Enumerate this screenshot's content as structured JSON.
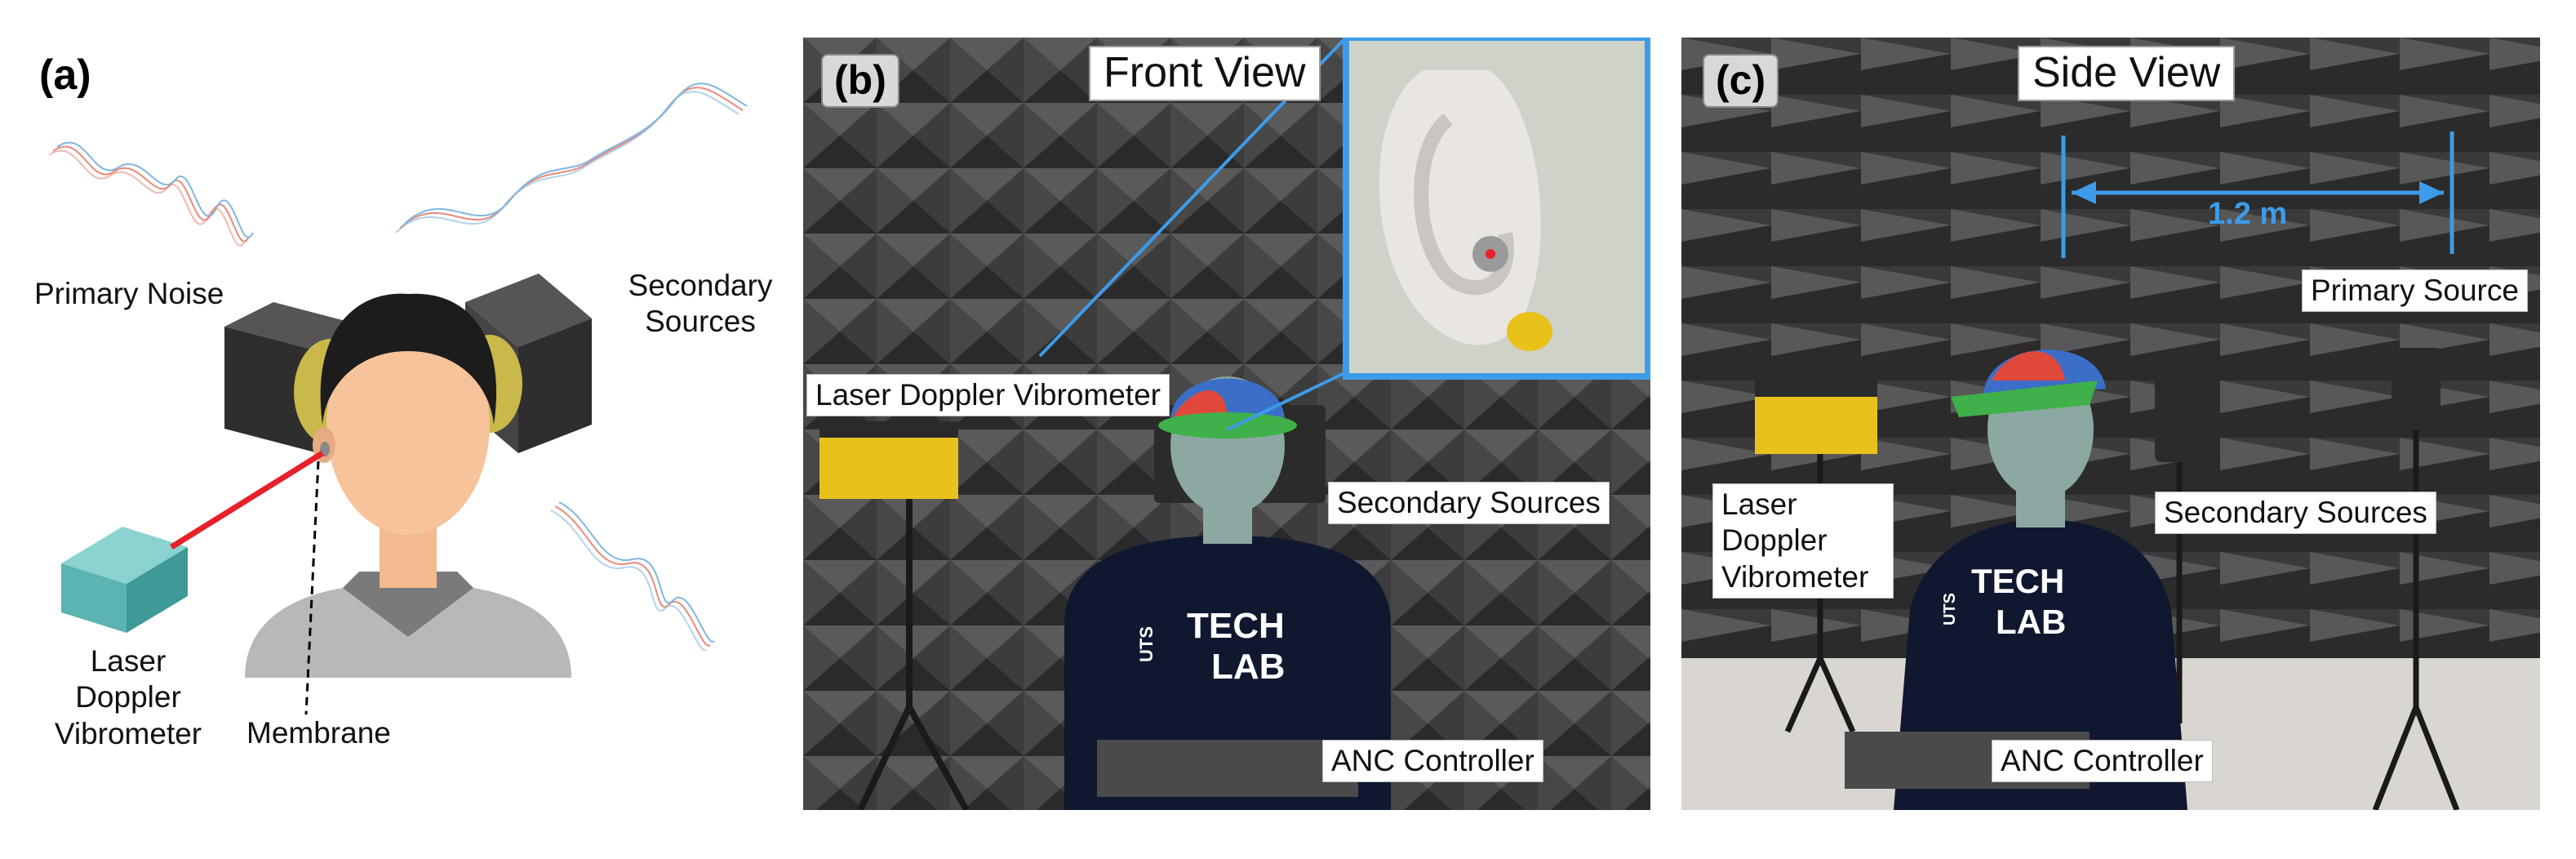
{
  "panel_a": {
    "letter": "(a)",
    "primary_noise": "Primary Noise",
    "secondary_sources": [
      "Secondary",
      "Sources"
    ],
    "laser": [
      "Laser",
      "Doppler",
      "Vibrometer"
    ],
    "membrane": "Membrane"
  },
  "panel_b": {
    "letter": "(b)",
    "title": "Front View",
    "laser_label": "Laser Doppler Vibrometer",
    "secondary_label": "Secondary Sources",
    "anc_label": "ANC Controller",
    "shirt_text": [
      "TECH",
      "LAB"
    ],
    "shirt_logo": "UTS"
  },
  "panel_c": {
    "letter": "(c)",
    "title": "Side View",
    "distance": "1.2 m",
    "primary_label": "Primary Source",
    "secondary_label": "Secondary Sources",
    "laser_label": [
      "Laser",
      "Doppler",
      "Vibrometer"
    ],
    "anc_label": "ANC Controller",
    "shirt_text": [
      "TECH",
      "LAB"
    ],
    "shirt_logo": "UTS"
  },
  "colors": {
    "accent_blue": "#3d9be9",
    "laser_red": "#e8202a",
    "wave_red": "#e88a7a",
    "wave_blue": "#7fb6e0"
  }
}
